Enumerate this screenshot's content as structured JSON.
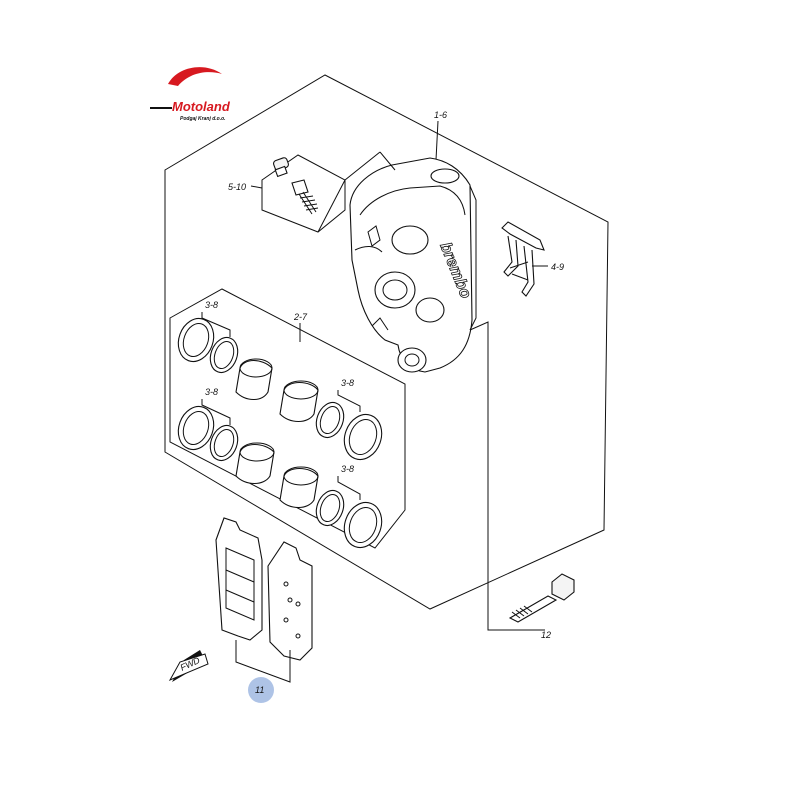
{
  "logo": {
    "brand": "Motoland",
    "tagline": "Podgaj Kranj d.o.o.",
    "brand_color": "#d71920"
  },
  "callouts": {
    "caliper": "1-6",
    "bleeder_set": "5-10",
    "pad_spring": "4-9",
    "seal_kit": "2-7",
    "seal_upper_left": "3-8",
    "seal_lower_left": "3-8",
    "seal_upper_right": "3-8",
    "seal_lower_right": "3-8",
    "bolt": "12",
    "pads": "11"
  },
  "caliper_brand": "brembo",
  "fwd_label": "FWD",
  "highlight_color": "#aec3e6"
}
